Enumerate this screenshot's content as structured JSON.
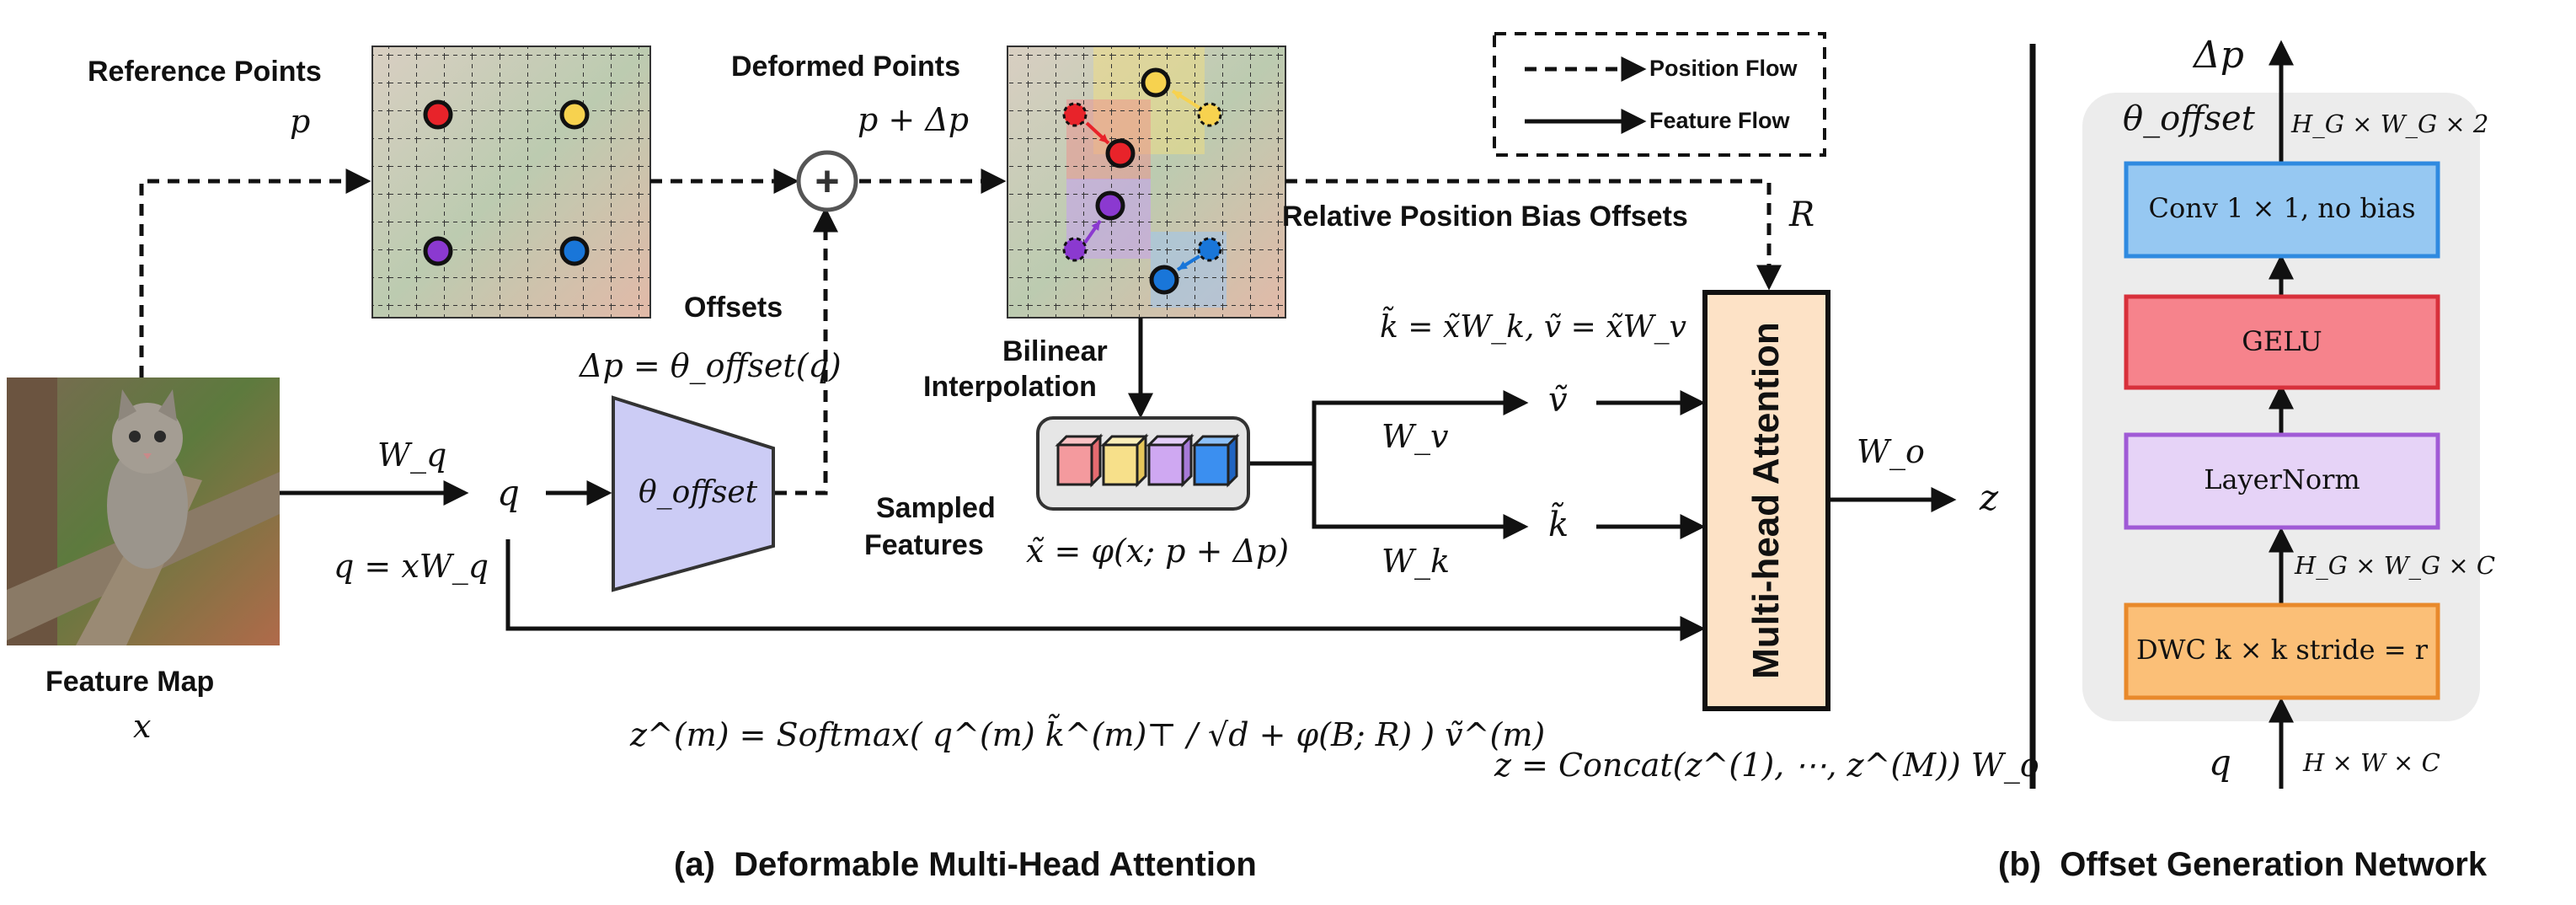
{
  "panel_a": {
    "caption": "(a)  Deformable Multi-Head Attention",
    "reference_points": {
      "title": "Reference Points",
      "symbol": "p"
    },
    "deformed_points": {
      "title": "Deformed Points",
      "symbol": "p + Δp"
    },
    "feature_map": {
      "title": "Feature Map",
      "symbol": "x"
    },
    "query": {
      "weight": "W_q",
      "symbol": "q",
      "equation": "q = xW_q"
    },
    "offsets": {
      "title": "Offsets",
      "equation": "Δp = θ_offset(q)"
    },
    "offset_net_label": "θ_offset",
    "add_symbol": "+",
    "bilinear_label_line1": "Bilinear",
    "bilinear_label_line2": "Interpolation",
    "sampled_label_line1": "Sampled",
    "sampled_label_line2": "Features",
    "sampled_equation": "x̃ = φ(x; p + Δp)",
    "kv_equation": "k̃ = x̃W_k, ṽ = x̃W_v",
    "v_branch": {
      "weight": "W_v",
      "symbol": "ṽ"
    },
    "k_branch": {
      "weight": "W_k",
      "symbol": "k̃"
    },
    "relative_bias": {
      "label": "Relative Position Bias Offsets",
      "symbol": "R"
    },
    "mha_label": "Multi-head Attention",
    "output": {
      "weight": "W_o",
      "symbol": "z"
    },
    "attention_equation": "z^(m) = Softmax( q^(m) k̃^(m)⊤ / √d + φ(B; R) ) ṽ^(m)",
    "concat_equation": "z = Concat(z^(1), ⋯, z^(M)) W_o",
    "legend": {
      "position_flow": "Position Flow",
      "feature_flow": "Feature Flow"
    }
  },
  "panel_b": {
    "caption": "(b)  Offset Generation Network",
    "module_label": "θ_offset",
    "input_symbol": "q",
    "output_symbol": "Δp",
    "input_shape": "H × W × C",
    "mid_shape": "H_G × W_G × C",
    "output_shape": "H_G × W_G × 2",
    "layers": [
      {
        "name": "DWC k × k stride = r",
        "color": "#fbbf77"
      },
      {
        "name": "LayerNorm",
        "color": "#e6d3f7"
      },
      {
        "name": "GELU",
        "color": "#f6838c"
      },
      {
        "name": "Conv 1 × 1, no bias",
        "color": "#96c8f2"
      }
    ]
  },
  "colors": {
    "point_red": "#e8232a",
    "point_yellow": "#f7d24f",
    "point_purple": "#8b39d0",
    "point_blue": "#1976d9",
    "trapezoid_fill": "#ccccf5",
    "mha_fill": "#fde2c6"
  }
}
